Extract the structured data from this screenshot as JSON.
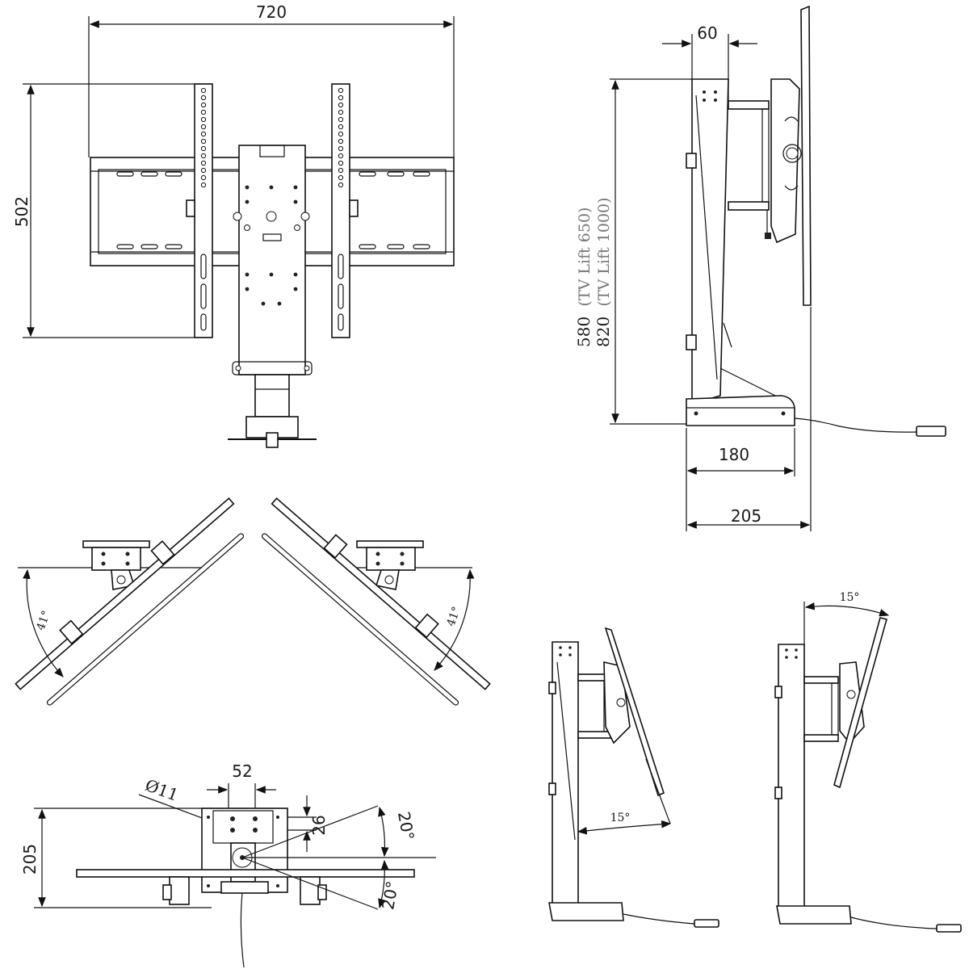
{
  "front_view": {
    "width": "720",
    "height": "502"
  },
  "side_view": {
    "bracket_offset": "60",
    "height_primary": "580",
    "height_primary_note": "(TV Lift 650)",
    "height_secondary": "820",
    "height_secondary_note": "(TV Lift 1000)",
    "base_depth": "180",
    "total_depth": "205"
  },
  "swivel_views": {
    "left_angle": "41°",
    "right_angle": "41°"
  },
  "top_view": {
    "hole_spacing": "52",
    "hole_diameter": "Ø11",
    "hole_offset": "26",
    "depth": "205",
    "swivel_up": "20°",
    "swivel_down": "20°"
  },
  "tilt_views": {
    "forward_tilt": "15°",
    "backward_tilt": "15°"
  }
}
